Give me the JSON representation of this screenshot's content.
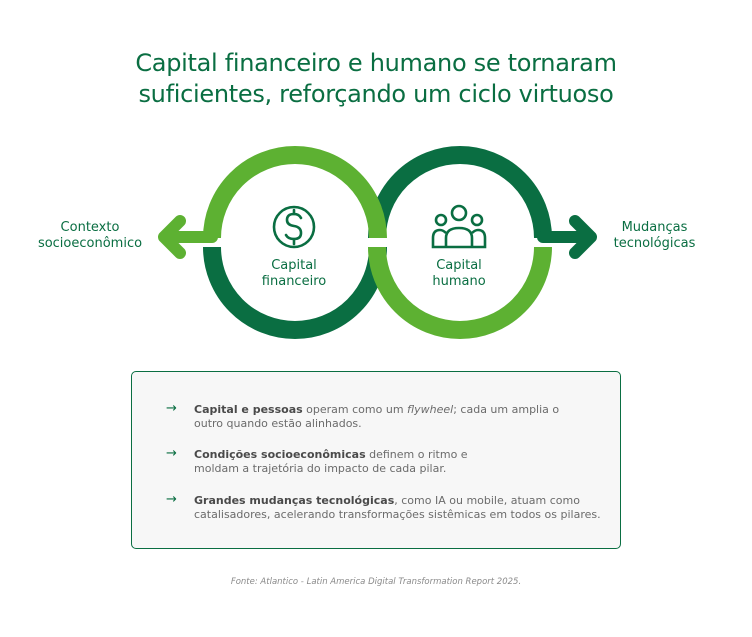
{
  "title_lines": [
    "Capital financeiro e humano se tornaram",
    "suficientes, reforçando um ciclo virtuoso"
  ],
  "diagram": {
    "left_label_lines": [
      "Contexto",
      "socioeconômico"
    ],
    "right_label_lines": [
      "Mudanças",
      "tecnológicas"
    ],
    "circle_left": {
      "label_lines": [
        "Capital",
        "financeiro"
      ],
      "icon": "dollar-coin-icon"
    },
    "circle_right": {
      "label_lines": [
        "Capital",
        "humano"
      ],
      "icon": "people-group-icon"
    }
  },
  "colors": {
    "dark_green": "#0a6e42",
    "light_green": "#5db132"
  },
  "notes": [
    {
      "bold": "Capital e pessoas",
      "pre": " operam como um ",
      "italic": "flywheel",
      "rest": "; cada um amplia o outro quando estão alinhados."
    },
    {
      "bold": "Condições socioeconômicas",
      "pre": " definem o ritmo e moldam a trajetória do impacto de cada pilar.",
      "italic": "",
      "rest": ""
    },
    {
      "bold": "Grandes mudanças tecnológicas",
      "pre": ", como IA ou mobile, atuam como catalisadores, acelerando transformações sistêmicas em todos os pilares.",
      "italic": "",
      "rest": ""
    }
  ],
  "arrow_glyph": "→",
  "source": "Fonte: Atlantico - Latin America Digital Transformation Report 2025."
}
